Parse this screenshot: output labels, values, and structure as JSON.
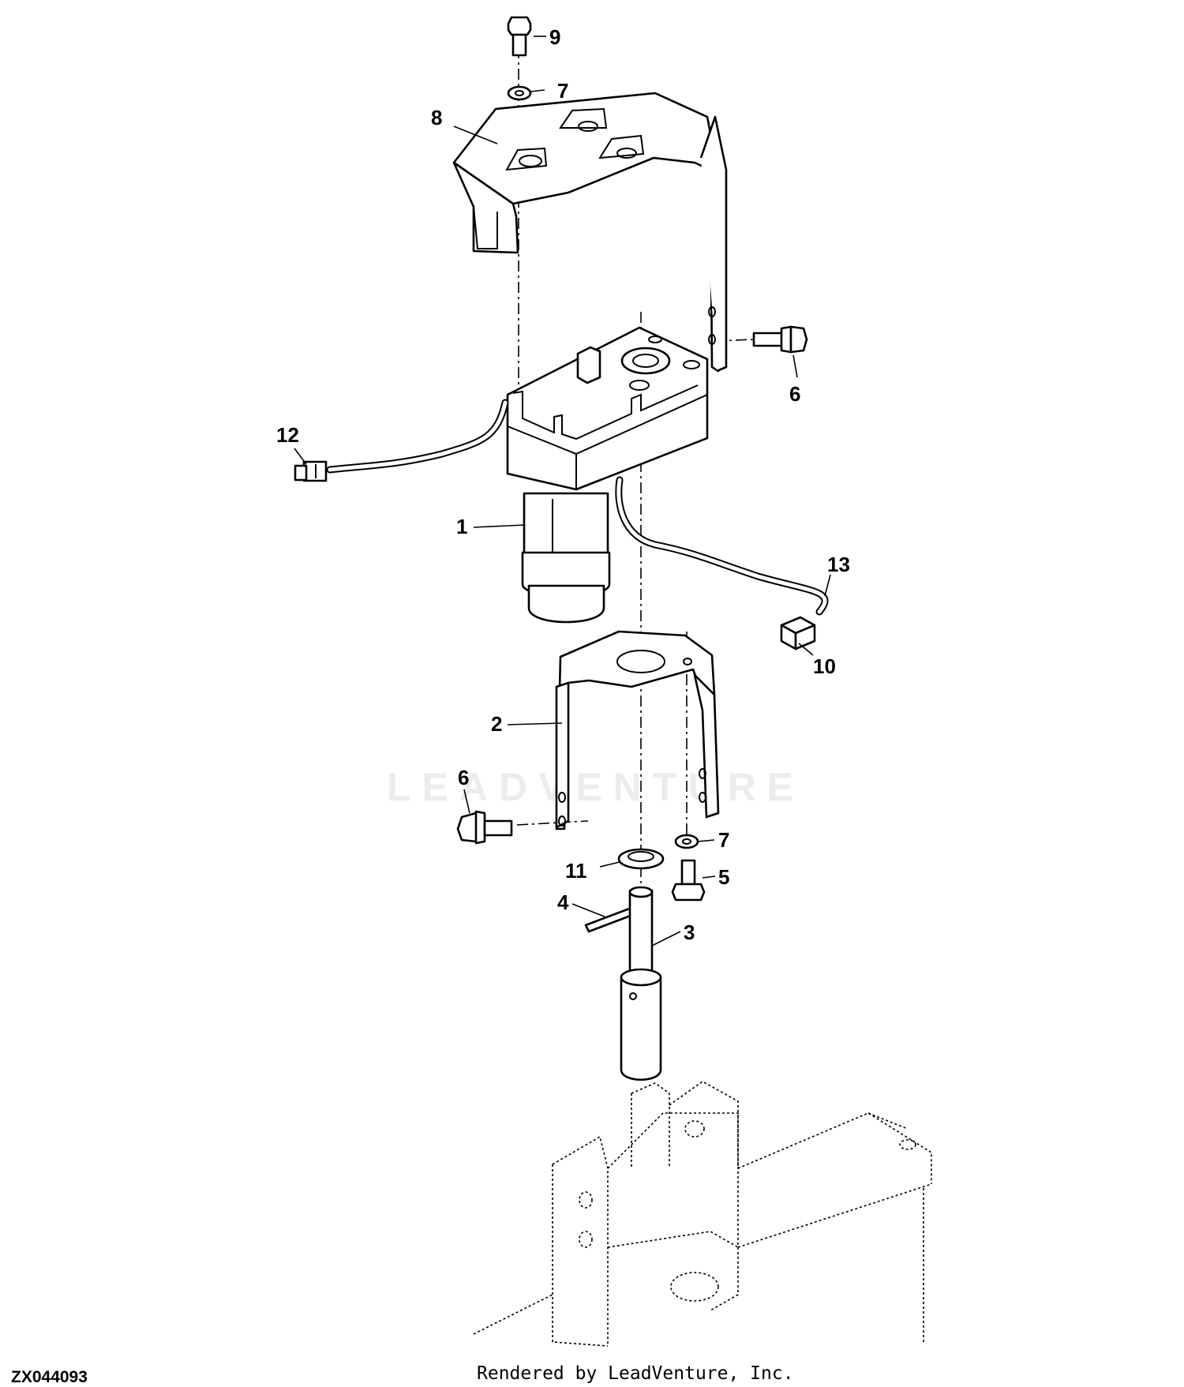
{
  "figure_id": "ZX044093",
  "credit": "Rendered by LeadVenture, Inc.",
  "watermark": "LEADVENTURE",
  "callouts": {
    "c1": "1",
    "c2": "2",
    "c3": "3",
    "c4": "4",
    "c5": "5",
    "c6a": "6",
    "c6b": "6",
    "c7a": "7",
    "c7b": "7",
    "c8": "8",
    "c9": "9",
    "c10": "10",
    "c11": "11",
    "c12": "12",
    "c13": "13"
  }
}
